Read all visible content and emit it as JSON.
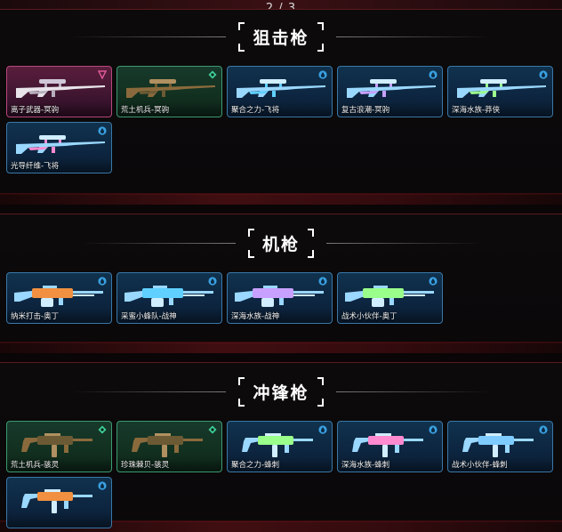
{
  "pager": "2 / 3",
  "sections": [
    {
      "title": "狙击枪",
      "items": [
        {
          "name": "离子武器-冥驹",
          "rarity": "pink",
          "icon": "triangle-badge-icon"
        },
        {
          "name": "荒土机兵-冥驹",
          "rarity": "green",
          "icon": "diamond-badge-icon"
        },
        {
          "name": "聚合之力-飞将",
          "rarity": "blue",
          "icon": "drop-badge-icon"
        },
        {
          "name": "复古浪潮-冥驹",
          "rarity": "blue",
          "icon": "drop-badge-icon"
        },
        {
          "name": "深海水族-莽侠",
          "rarity": "blue",
          "icon": "drop-badge-icon"
        },
        {
          "name": "光导纤维-飞将",
          "rarity": "blue",
          "icon": "drop-badge-icon"
        }
      ]
    },
    {
      "title": "机枪",
      "items": [
        {
          "name": "纳米打击-奥丁",
          "rarity": "blue",
          "icon": "drop-badge-icon"
        },
        {
          "name": "采蜜小蜂队-战神",
          "rarity": "blue",
          "icon": "drop-badge-icon"
        },
        {
          "name": "深海水族-战神",
          "rarity": "blue",
          "icon": "drop-badge-icon"
        },
        {
          "name": "战术小伙伴-奥丁",
          "rarity": "blue",
          "icon": "drop-badge-icon"
        }
      ]
    },
    {
      "title": "冲锋枪",
      "items": [
        {
          "name": "荒土机兵-骇灵",
          "rarity": "green",
          "icon": "diamond-badge-icon"
        },
        {
          "name": "珍珠棘贝-骇灵",
          "rarity": "green",
          "icon": "diamond-badge-icon"
        },
        {
          "name": "聚合之力-蜂刺",
          "rarity": "blue",
          "icon": "drop-badge-icon"
        },
        {
          "name": "深海水族-蜂刺",
          "rarity": "blue",
          "icon": "drop-badge-icon"
        },
        {
          "name": "战术小伙伴-蜂刺",
          "rarity": "blue",
          "icon": "drop-badge-icon"
        },
        {
          "name": "",
          "rarity": "blue",
          "icon": "drop-badge-icon"
        }
      ]
    }
  ],
  "colors": {
    "pink": "#e05a9a",
    "green": "#3fd29a",
    "blue": "#3aa0e0"
  }
}
